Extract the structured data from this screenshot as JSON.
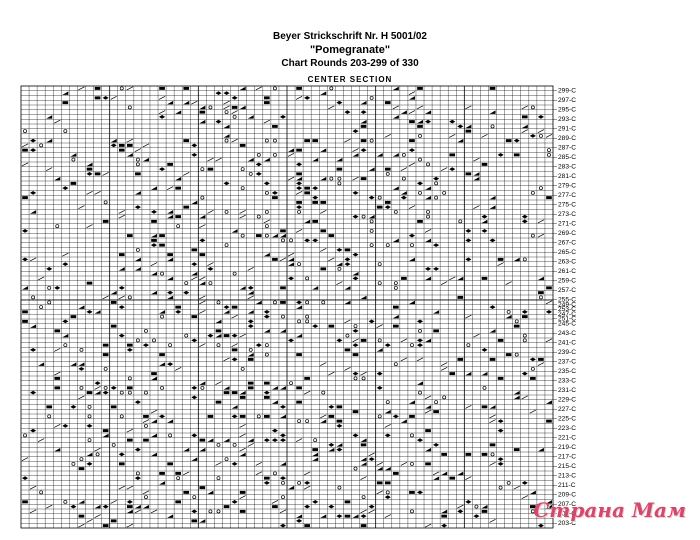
{
  "document": {
    "title_line1": "Beyer Strickschrift Nr. H 5001/02",
    "title_line2": "\"Pomegranate\"",
    "title_line3": "Chart Rounds 203-299 of 330",
    "section_label": "CENTER SECTION"
  },
  "grid": {
    "columns": 66,
    "top_rows_labels": [
      "299-C",
      "297-C",
      "295-C",
      "293-C",
      "291-C",
      "289-C",
      "287-C",
      "285-C",
      "283-C",
      "281-C",
      "279-C",
      "277-C",
      "275-C",
      "273-C",
      "271-C",
      "269-C",
      "267-C",
      "265-C",
      "263-C",
      "261-C",
      "259-C",
      "257-C",
      "255-C",
      "253-C",
      "251-C"
    ],
    "bottom_rows_labels": [
      "249-C",
      "247-C",
      "245-C",
      "243-C",
      "241-C",
      "239-C",
      "237-C",
      "235-C",
      "233-C",
      "231-C",
      "229-C",
      "227-C",
      "225-C",
      "223-C",
      "221-C",
      "219-C",
      "217-C",
      "215-C",
      "213-C",
      "211-C",
      "209-C",
      "207-C",
      "205-C",
      "203-C"
    ]
  },
  "symbol_legend_note": "",
  "watermark": {
    "text": "Страна Мам",
    "color": "#d14a6b"
  }
}
